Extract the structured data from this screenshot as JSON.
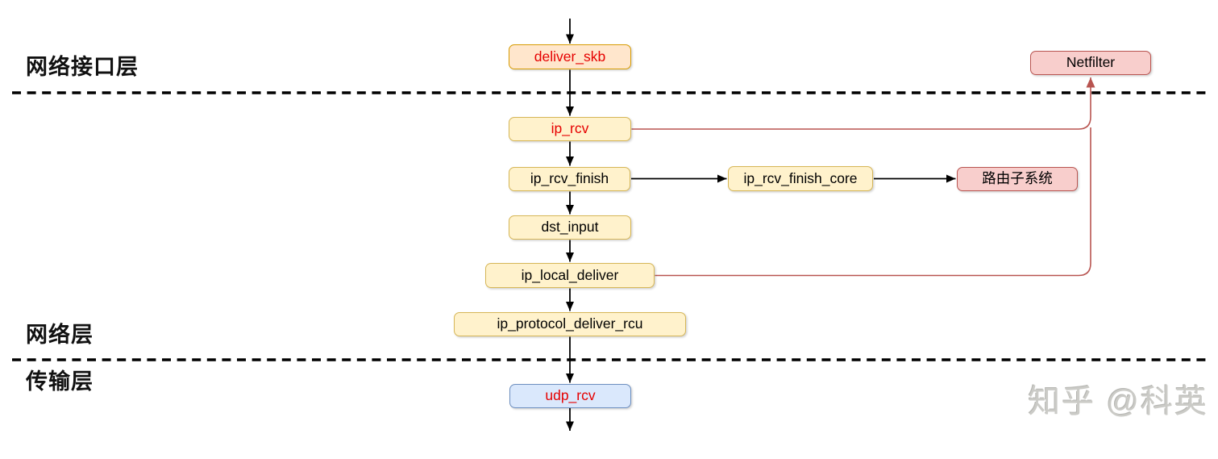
{
  "layers": [
    {
      "label": "网络接口层"
    },
    {
      "label": "网络层"
    },
    {
      "label": "传输层"
    }
  ],
  "nodes": {
    "deliver_skb": {
      "label": "deliver_skb",
      "fill": "#FFE6CC",
      "stroke": "#D79B00",
      "text_color": "#E60000"
    },
    "netfilter": {
      "label": "Netfilter",
      "fill": "#F8CECC",
      "stroke": "#B85450",
      "text_color": "#000000"
    },
    "ip_rcv": {
      "label": "ip_rcv",
      "fill": "#FFF2CC",
      "stroke": "#D6B656",
      "text_color": "#E60000"
    },
    "ip_rcv_finish": {
      "label": "ip_rcv_finish",
      "fill": "#FFF2CC",
      "stroke": "#D6B656",
      "text_color": "#000000"
    },
    "ip_rcv_finish_core": {
      "label": "ip_rcv_finish_core",
      "fill": "#FFF2CC",
      "stroke": "#D6B656",
      "text_color": "#000000"
    },
    "routing_subsystem": {
      "label": "路由子系统",
      "fill": "#F8CECC",
      "stroke": "#B85450",
      "text_color": "#000000"
    },
    "dst_input": {
      "label": "dst_input",
      "fill": "#FFF2CC",
      "stroke": "#D6B656",
      "text_color": "#000000"
    },
    "ip_local_deliver": {
      "label": "ip_local_deliver",
      "fill": "#FFF2CC",
      "stroke": "#D6B656",
      "text_color": "#000000"
    },
    "ip_protocol_deliver_rcu": {
      "label": "ip_protocol_deliver_rcu",
      "fill": "#FFF2CC",
      "stroke": "#D6B656",
      "text_color": "#000000"
    },
    "udp_rcv": {
      "label": "udp_rcv",
      "fill": "#DAE8FC",
      "stroke": "#6C8EBF",
      "text_color": "#E60000"
    }
  },
  "edges": [
    {
      "from": "(top)",
      "to": "deliver_skb",
      "color": "black"
    },
    {
      "from": "deliver_skb",
      "to": "ip_rcv",
      "color": "black"
    },
    {
      "from": "ip_rcv",
      "to": "ip_rcv_finish",
      "color": "black"
    },
    {
      "from": "ip_rcv_finish",
      "to": "ip_rcv_finish_core",
      "color": "black"
    },
    {
      "from": "ip_rcv_finish_core",
      "to": "routing_subsystem",
      "color": "black"
    },
    {
      "from": "ip_rcv_finish",
      "to": "dst_input",
      "color": "black"
    },
    {
      "from": "dst_input",
      "to": "ip_local_deliver",
      "color": "black"
    },
    {
      "from": "ip_local_deliver",
      "to": "ip_protocol_deliver_rcu",
      "color": "black"
    },
    {
      "from": "ip_protocol_deliver_rcu",
      "to": "udp_rcv",
      "color": "black"
    },
    {
      "from": "udp_rcv",
      "to": "(bottom)",
      "color": "black"
    },
    {
      "from": "ip_rcv",
      "to": "netfilter",
      "color": "rose"
    },
    {
      "from": "ip_local_deliver",
      "to": "netfilter",
      "color": "rose"
    }
  ],
  "colors": {
    "rose_connector": "#B85450",
    "black_connector": "#000000",
    "dashed_separator": "#000000",
    "red_text": "#E60000",
    "watermark_gray": "#cbcbc7"
  },
  "watermark": "知乎 @科英"
}
